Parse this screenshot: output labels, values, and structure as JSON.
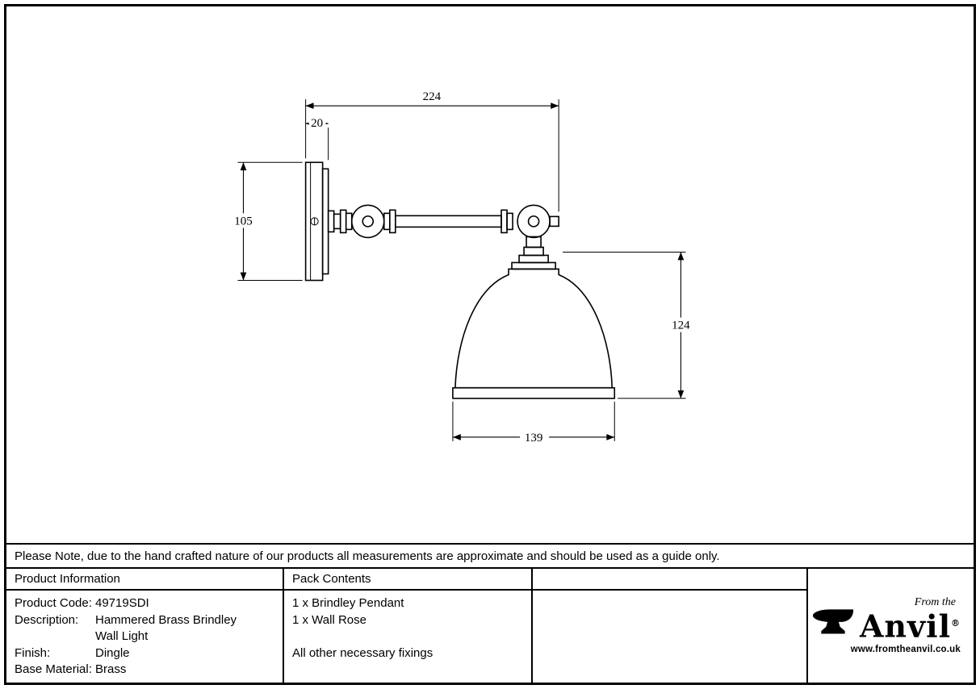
{
  "note": "Please Note, due to the hand crafted nature of our products all measurements are approximate and should be used as a guide only.",
  "colors": {
    "line": "#000000",
    "background": "#ffffff"
  },
  "drawing": {
    "dimensions": {
      "overall_projection": "224",
      "rose_depth": "20",
      "rose_height": "105",
      "shade_height": "124",
      "shade_width": "139"
    }
  },
  "table": {
    "product_info": {
      "header": "Product Information",
      "rows": [
        {
          "label": "Product Code:",
          "value": "49719SDI"
        },
        {
          "label": "Description:",
          "value": "Hammered Brass Brindley"
        },
        {
          "label": "",
          "value": "Wall Light"
        },
        {
          "label": "Finish:",
          "value": "Dingle"
        },
        {
          "label": "Base Material:",
          "value": "Brass"
        }
      ]
    },
    "pack_contents": {
      "header": "Pack Contents",
      "items": [
        "1 x Brindley Pendant",
        "1 x Wall Rose",
        "All other necessary fixings"
      ]
    }
  },
  "brand": {
    "tagline": "From the",
    "name": "Anvil",
    "registered_mark": "®",
    "website": "www.fromtheanvil.co.uk"
  }
}
